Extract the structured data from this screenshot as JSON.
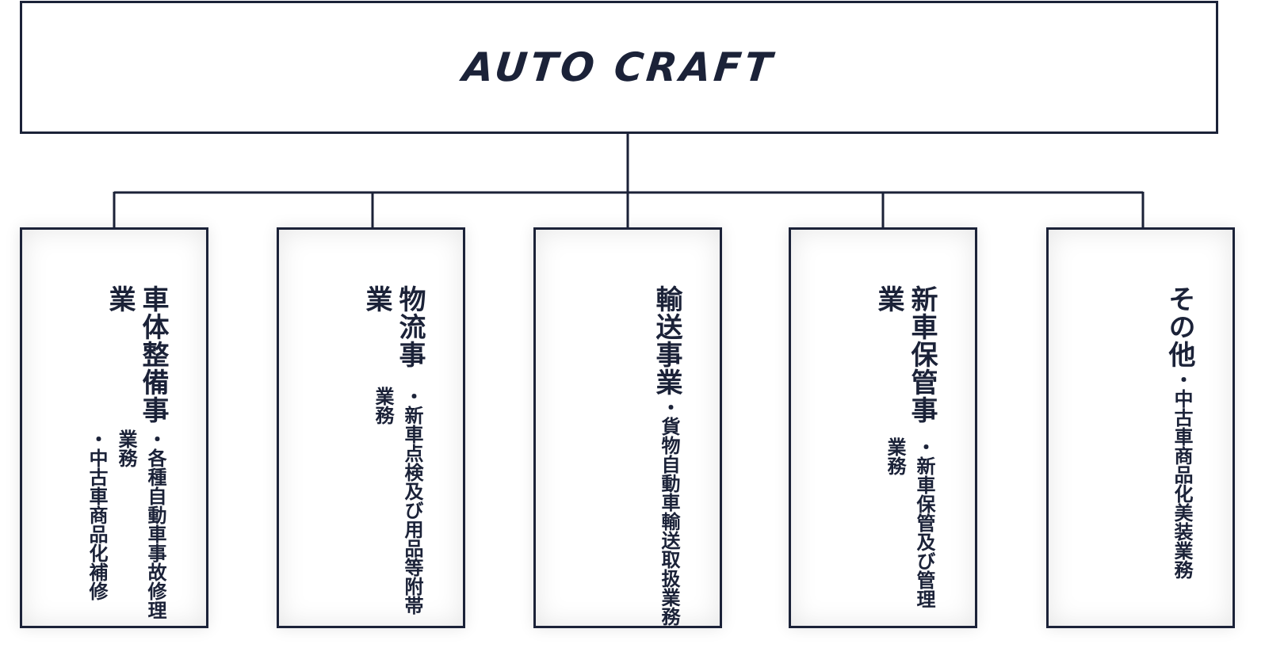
{
  "header": {
    "logo_text": "AUTO CRAFT"
  },
  "colors": {
    "line": "#1b2238",
    "background": "#ffffff"
  },
  "divisions": [
    {
      "title": "車体整備事業",
      "items": [
        "・各種自動車事故修理業務",
        "・中古車商品化補修"
      ]
    },
    {
      "title": "物流事業",
      "items": [
        "・新車点検及び用品等附帯業務"
      ]
    },
    {
      "title": "輸送事業",
      "items": [
        "・貨物自動車輸送取扱業務"
      ]
    },
    {
      "title": "新車保管事業",
      "items": [
        "・新車保管及び管理業務"
      ]
    },
    {
      "title": "その他",
      "items": [
        "・中古車商品化美装業務"
      ]
    }
  ]
}
